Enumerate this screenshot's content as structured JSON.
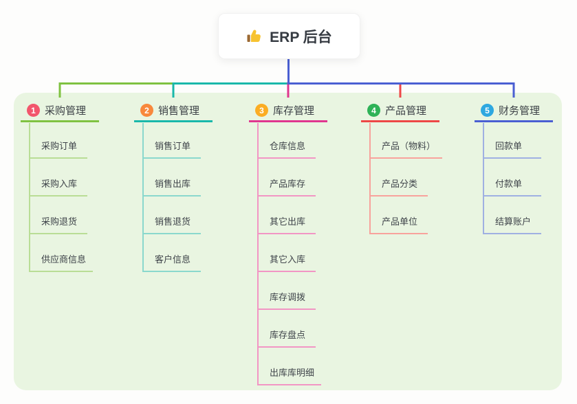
{
  "root": {
    "title": "ERP 后台",
    "icon": "thumbs-up"
  },
  "panel_bg": "#e9f5e1",
  "root_line_color": "#4a5fd2",
  "branches": [
    {
      "index": "1",
      "label": "采购管理",
      "badge_color": "#f2566c",
      "line_color": "#7fc241",
      "child_line_color": "#b9dd95",
      "children": [
        "采购订单",
        "采购入库",
        "采购退货",
        "供应商信息"
      ]
    },
    {
      "index": "2",
      "label": "销售管理",
      "badge_color": "#f8883c",
      "line_color": "#19b8aa",
      "child_line_color": "#8ad8cd",
      "children": [
        "销售订单",
        "销售出库",
        "销售退货",
        "客户信息"
      ]
    },
    {
      "index": "3",
      "label": "库存管理",
      "badge_color": "#fbad23",
      "line_color": "#e0368f",
      "child_line_color": "#f295c4",
      "children": [
        "仓库信息",
        "产品库存",
        "其它出库",
        "其它入库",
        "库存调拨",
        "库存盘点",
        "出库库明细"
      ]
    },
    {
      "index": "4",
      "label": "产品管理",
      "badge_color": "#2eb257",
      "line_color": "#ee4747",
      "child_line_color": "#f8a29c",
      "children": [
        "产品（物料）",
        "产品分类",
        "产品单位"
      ]
    },
    {
      "index": "5",
      "label": "财务管理",
      "badge_color": "#2ea8e0",
      "line_color": "#4a5fd2",
      "child_line_color": "#9fb0e2",
      "children": [
        "回款单",
        "付款单",
        "结算账户"
      ]
    }
  ]
}
